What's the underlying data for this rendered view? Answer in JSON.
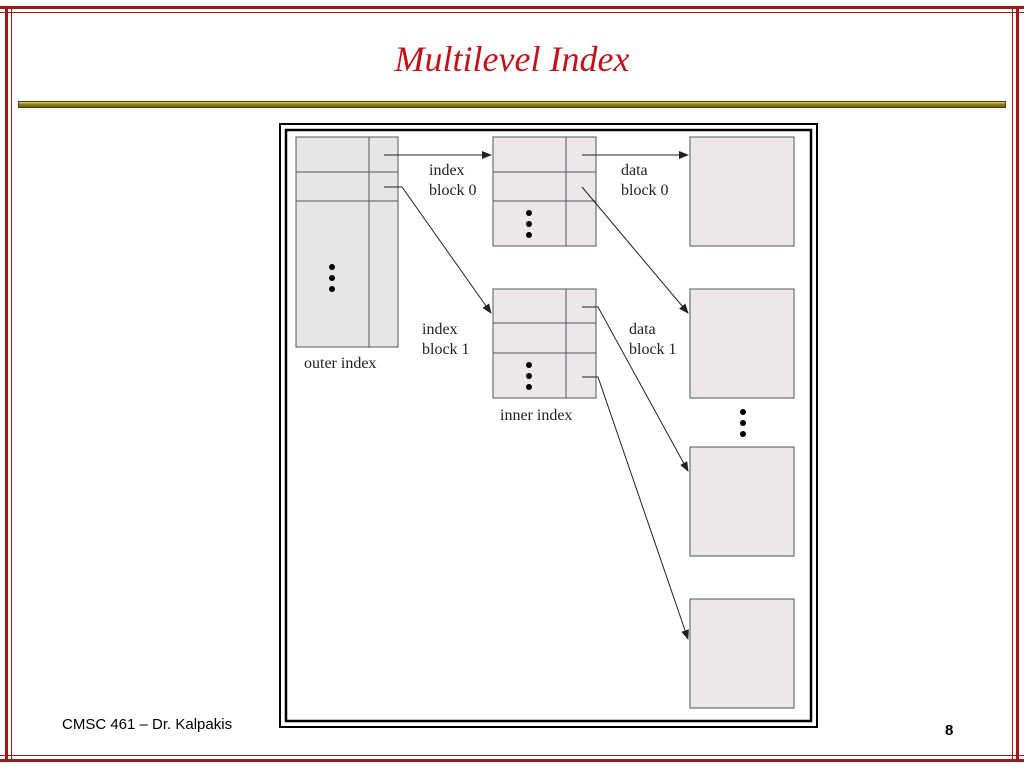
{
  "slide": {
    "title": "Multilevel Index",
    "footer_left": "CMSC 461 – Dr. Kalpakis",
    "page_number": "8"
  },
  "diagram": {
    "labels": {
      "index_block_0_line1": "index",
      "index_block_0_line2": "block 0",
      "data_block_0_line1": "data",
      "data_block_0_line2": "block 0",
      "index_block_1_line1": "index",
      "index_block_1_line2": "block 1",
      "data_block_1_line1": "data",
      "data_block_1_line2": "block 1",
      "outer_index": "outer index",
      "inner_index": "inner index"
    }
  },
  "colors": {
    "title": "#c0141c",
    "frame": "#9b1b1b",
    "block_fill": "#ece8ea"
  }
}
